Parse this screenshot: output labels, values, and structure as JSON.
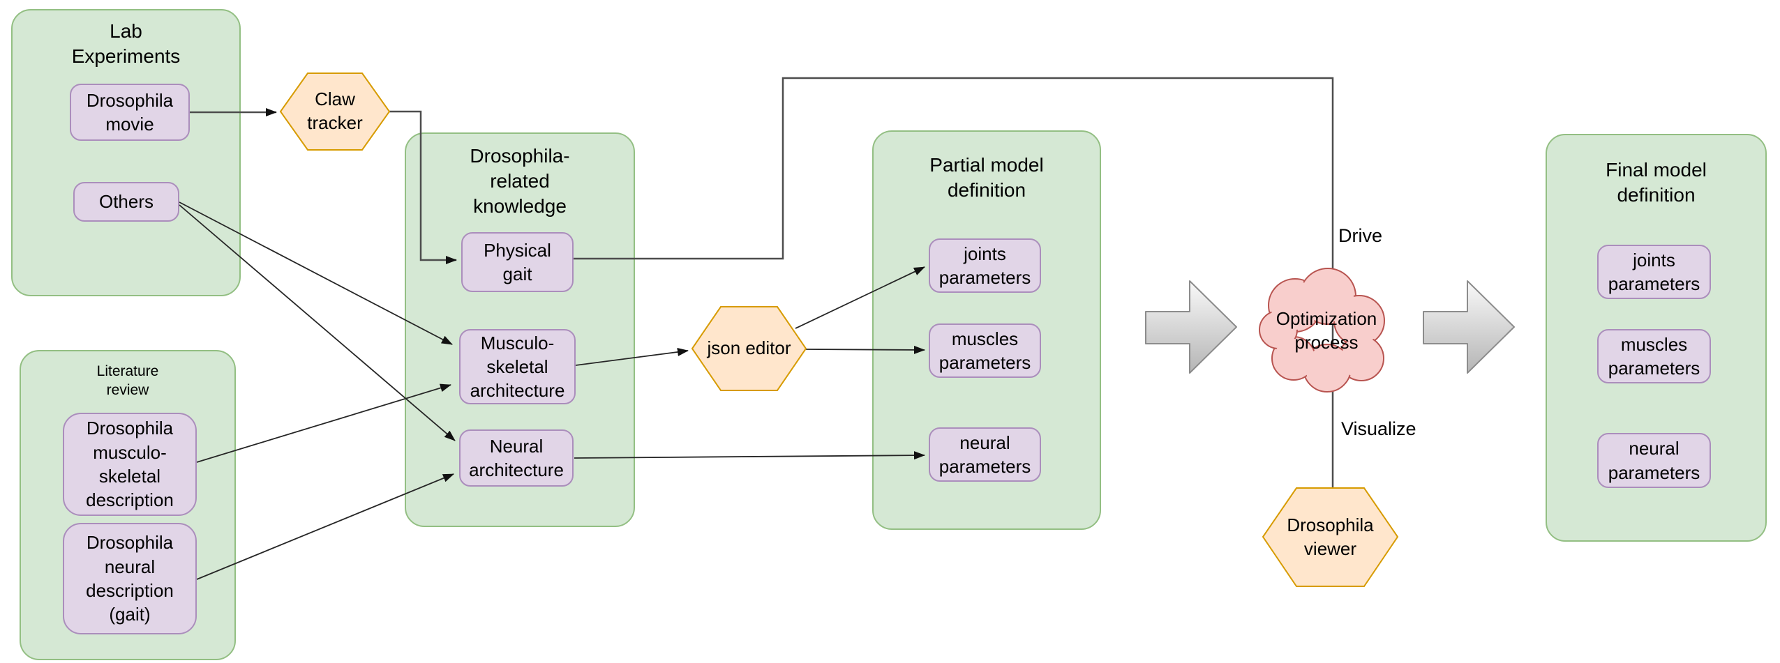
{
  "groups": {
    "lab_experiments": {
      "title": "Lab\nExperiments"
    },
    "literature_review": {
      "title": "Literature\nreview"
    },
    "drosophila_knowledge": {
      "title": "Drosophila-\nrelated\nknowledge"
    },
    "partial_model": {
      "title": "Partial model\ndefinition"
    },
    "final_model": {
      "title": "Final model\ndefinition"
    }
  },
  "nodes": {
    "drosophila_movie": {
      "label": "Drosophila\nmovie"
    },
    "others": {
      "label": "Others"
    },
    "physical_gait": {
      "label": "Physical\ngait"
    },
    "musculo_skeletal_architecture": {
      "label": "Musculo-\nskeletal\narchitecture"
    },
    "neural_architecture": {
      "label": "Neural\narchitecture"
    },
    "musculo_skeletal_description": {
      "label": "Drosophila\nmusculo-\nskeletal\ndescription"
    },
    "neural_description": {
      "label": "Drosophila\nneural\ndescription\n(gait)"
    },
    "joints_parameters_partial": {
      "label": "joints\nparameters"
    },
    "muscles_parameters_partial": {
      "label": "muscles\nparameters"
    },
    "neural_parameters_partial": {
      "label": "neural\nparameters"
    },
    "joints_parameters_final": {
      "label": "joints\nparameters"
    },
    "muscles_parameters_final": {
      "label": "muscles\nparameters"
    },
    "neural_parameters_final": {
      "label": "neural\nparameters"
    }
  },
  "tools": {
    "claw_tracker": {
      "label": "Claw\ntracker"
    },
    "json_editor": {
      "label": "json editor"
    },
    "optimization_process": {
      "label": "Optimization\nprocess"
    },
    "drosophila_viewer": {
      "label": "Drosophila\nviewer"
    }
  },
  "edge_labels": {
    "drive": "Drive",
    "visualize": "Visualize"
  },
  "colors": {
    "group_fill": "#d5e8d4",
    "group_stroke": "#82b366",
    "node_fill": "#e1d5e7",
    "node_stroke": "#9673a6",
    "hexagon_fill": "#ffe6cc",
    "hexagon_stroke": "#d79b00",
    "cloud_fill": "#f8cecc",
    "cloud_stroke": "#b85450",
    "block_arrow_fill_top": "#f9f9f9",
    "block_arrow_fill_bottom": "#b5b5b5",
    "block_arrow_stroke": "#8c8c8c",
    "line": "#3d3d3d"
  },
  "connections": [
    {
      "from": "Drosophila movie",
      "to": "Claw tracker"
    },
    {
      "from": "Claw tracker",
      "to": "Physical gait"
    },
    {
      "from": "Physical gait",
      "to": "Optimization process",
      "label": "Drive"
    },
    {
      "from": "Optimization process",
      "to": "Drosophila viewer",
      "label": "Visualize"
    },
    {
      "from": "Others",
      "to": "Musculo-skeletal architecture"
    },
    {
      "from": "Others",
      "to": "Neural architecture"
    },
    {
      "from": "Drosophila musculo-skeletal description",
      "to": "Musculo-skeletal architecture"
    },
    {
      "from": "Drosophila neural description (gait)",
      "to": "Neural architecture"
    },
    {
      "from": "Musculo-skeletal architecture",
      "to": "json editor"
    },
    {
      "from": "json editor",
      "to": "joints parameters"
    },
    {
      "from": "json editor",
      "to": "muscles parameters"
    },
    {
      "from": "Neural architecture",
      "to": "neural parameters"
    },
    {
      "from": "Partial model definition",
      "to": "Optimization process"
    },
    {
      "from": "Optimization process",
      "to": "Final model definition"
    }
  ]
}
